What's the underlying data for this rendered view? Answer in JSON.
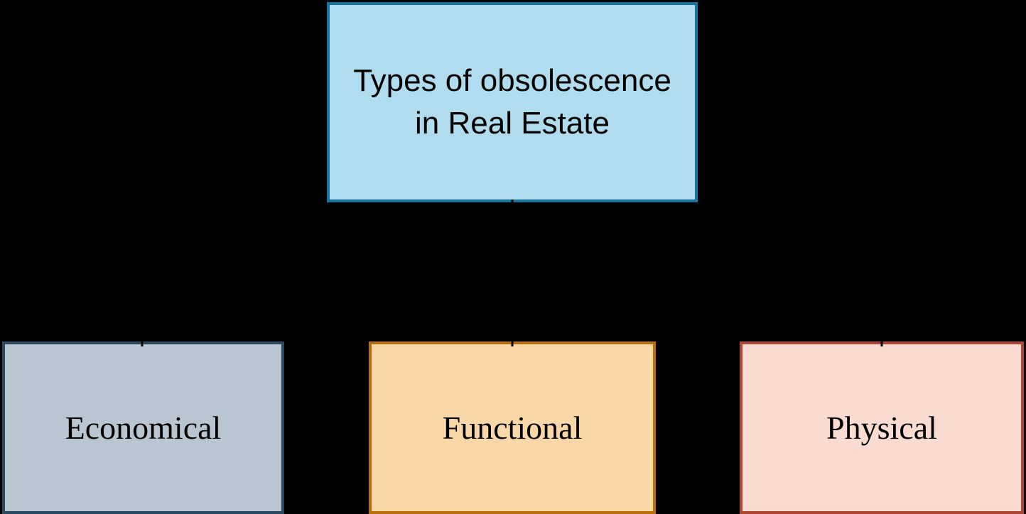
{
  "diagram": {
    "title": "Types of obsolescence in Real Estate",
    "background_color": "#000000",
    "text_color": "#000000",
    "connector_color": "#000000",
    "root": {
      "label": "Types of obsolescence in Real Estate",
      "fill": "#AFDCEF",
      "border": "#1773A0"
    },
    "children": [
      {
        "label": "Economical",
        "fill": "#B9C6D1",
        "border": "#2A4A62"
      },
      {
        "label": "Functional",
        "fill": "#FAD7A6",
        "border": "#B8700C"
      },
      {
        "label": "Physical",
        "fill": "#F9DBD2",
        "border": "#B04534"
      }
    ]
  }
}
